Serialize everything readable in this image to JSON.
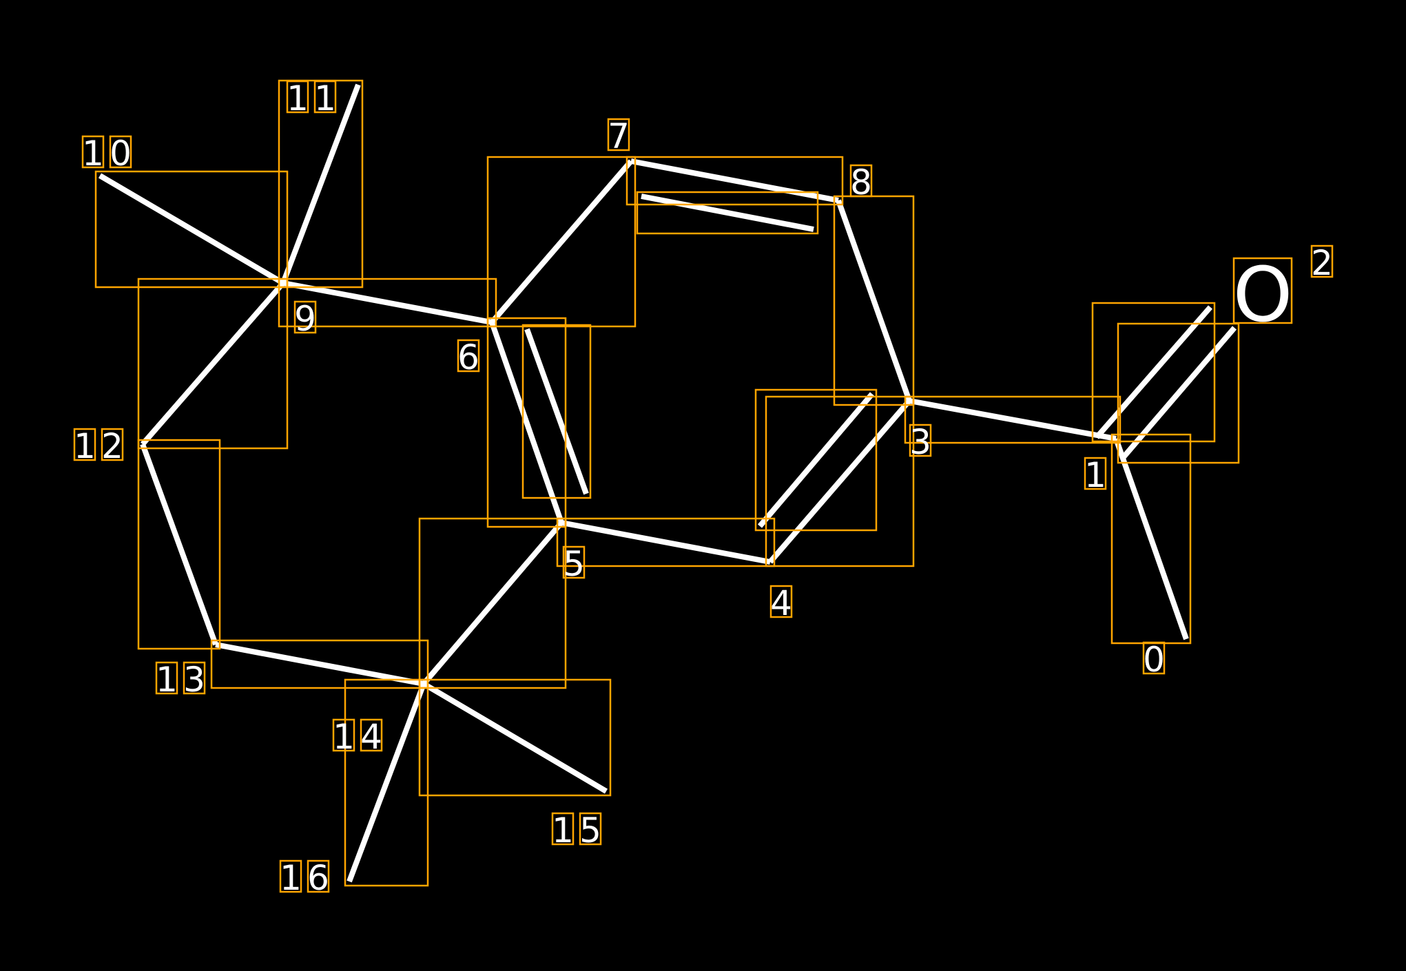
{
  "atom_labels": [
    "0",
    "1",
    "2",
    "3",
    "4",
    "5",
    "6",
    "7",
    "8",
    "9",
    "10",
    "11",
    "12",
    "13",
    "14",
    "15",
    "16"
  ],
  "atom_symbols": {
    "2": "O"
  },
  "colors": {
    "background": "#000000",
    "bond": "#ffffff",
    "box": "#FFA500",
    "text": "#ffffff"
  }
}
